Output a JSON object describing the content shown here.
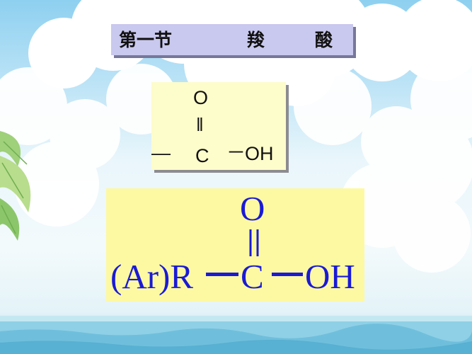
{
  "slide": {
    "title": {
      "section": "第一节",
      "word_part1": "羧",
      "word_part2": "酸"
    },
    "formula_small": {
      "top_atom": "O",
      "double_bond": "‖",
      "left_bond": "—",
      "center_atom": "C",
      "right_bond": "－",
      "hydroxyl": "OH"
    },
    "formula_large": {
      "top_atom": "O",
      "substituent": "(Ar)R",
      "center_atom": "C",
      "hydroxyl": "OH"
    }
  },
  "colors": {
    "title_bg": "#c9c8ee",
    "small_formula_bg": "#fdfccb",
    "large_formula_bg": "#fdf9a2",
    "large_formula_text": "#1a1ad6"
  }
}
